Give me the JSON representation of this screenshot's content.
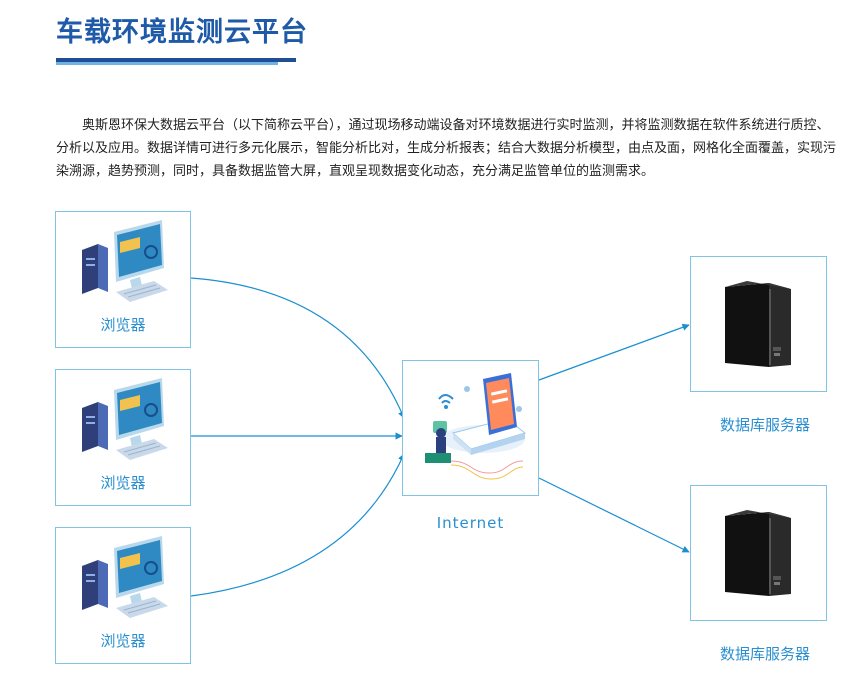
{
  "title": "车载环境监测云平台",
  "intro": "奥斯恩环保大数据云平台（以下简称云平台），通过现场移动端设备对环境数据进行实时监测，并将监测数据在软件系统进行质控、分析以及应用。数据详情可进行多元化展示，智能分析比对，生成分析报表；结合大数据分析模型，由点及面，网格化全面覆盖，实现污染溯源，趋势预测，同时，具备数据监管大屏，直观呈现数据变化动态，充分满足监管单位的监测需求。",
  "diagram": {
    "clients": [
      {
        "label": "浏览器",
        "icon": "desktop-computer-icon"
      },
      {
        "label": "浏览器",
        "icon": "desktop-computer-icon"
      },
      {
        "label": "浏览器",
        "icon": "desktop-computer-icon"
      }
    ],
    "hub": {
      "label": "Internet",
      "icon": "cloud-platform-illustration"
    },
    "servers": [
      {
        "label": "数据库服务器",
        "icon": "server-tower-icon"
      },
      {
        "label": "数据库服务器",
        "icon": "server-tower-icon"
      }
    ],
    "colors": {
      "title": "#1f5aa8",
      "accent": "#2a8fd0",
      "box_border": "#7fc4e2",
      "connector": "#1a8fd0"
    }
  }
}
